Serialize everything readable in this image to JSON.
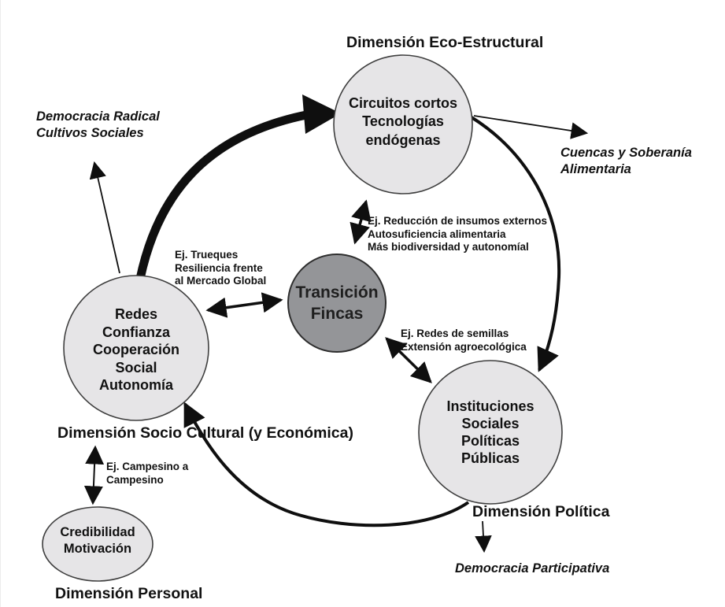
{
  "colors": {
    "background": "#ffffff",
    "node_fill_light": "#e6e5e7",
    "node_fill_dark": "#949598",
    "node_stroke": "#3f3f3f",
    "arrow_color": "#0f0f0f",
    "text_color": "#111111"
  },
  "nodes": {
    "eco_structural": {
      "dimension_label": "Dimensión Eco-Estructural",
      "circle_text": "Circuitos cortos\nTecnologías\nendógenas"
    },
    "transition": {
      "circle_text": "Transición\nFincas"
    },
    "socio_cultural": {
      "dimension_label": "Dimensión Socio Cultural (y Económica)",
      "circle_text": "Redes\nConfianza\nCooperación\nSocial\nAutonomía"
    },
    "political": {
      "dimension_label": "Dimensión Política",
      "circle_text": "Instituciones\nSociales\nPolíticas\nPúblicas"
    },
    "personal": {
      "dimension_label": "Dimensión Personal",
      "circle_text": "Credibilidad\nMotivación"
    }
  },
  "outcomes": {
    "radical_democracy": "Democracia Radical\nCultivos Sociales",
    "watersheds": "Cuencas y Soberanía\nAlimentaria",
    "participatory_democracy": "Democracia Participativa"
  },
  "edge_examples": {
    "transition_to_eco": "Ej. Reducción de insumos externos\nAutosuficiencia alimentaria\nMás biodiversidad y autonomíal",
    "transition_to_socio": "Ej. Trueques\nResiliencia frente\nal Mercado Global",
    "transition_to_political": "Ej. Redes de semillas\nExtensión agroecológica",
    "socio_to_personal": "Ej. Campesino a\nCampesino"
  }
}
